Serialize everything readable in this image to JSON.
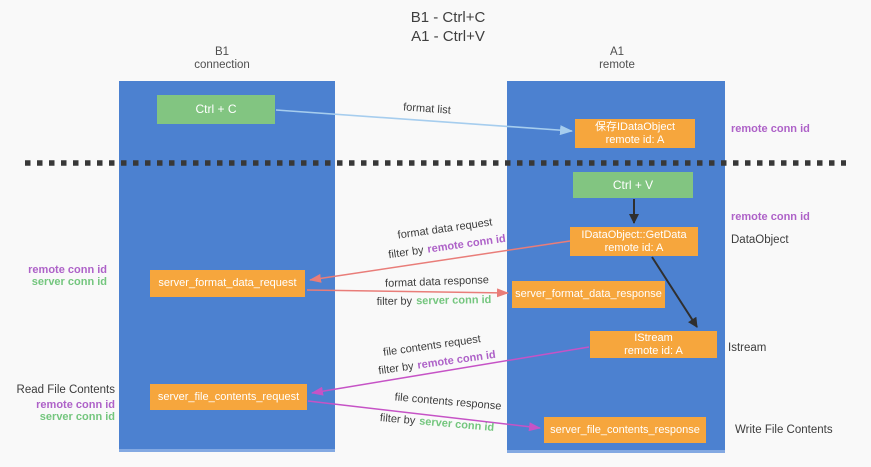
{
  "title": {
    "line1": "B1 - Ctrl+C",
    "line2": "A1 - Ctrl+V"
  },
  "columns": {
    "left": {
      "name": "B1",
      "role": "connection"
    },
    "right": {
      "name": "A1",
      "role": "remote"
    }
  },
  "nodes": {
    "ctrl_c": "Ctrl + C",
    "ctrl_v": "Ctrl + V",
    "save_idataobject": {
      "line1": "保存IDataObject",
      "line2": "remote id: A"
    },
    "getdata": {
      "line1": "IDataObject::GetData",
      "line2": "remote id: A"
    },
    "istream": {
      "line1": "IStream",
      "line2": "remote id: A"
    },
    "server_format_data_request": "server_format_data_request",
    "server_format_data_response": "server_format_data_response",
    "server_file_contents_request": "server_file_contents_request",
    "server_file_contents_response": "server_file_contents_response"
  },
  "edge_labels": {
    "format_list": "format list",
    "format_data_request": "format data request",
    "format_data_response": "format data response",
    "file_contents_request": "file contents request",
    "file_contents_response": "file contents response",
    "filter_by": "filter by",
    "remote_conn_id": "remote conn id",
    "server_conn_id": "server conn id"
  },
  "side_labels": {
    "right_remote_conn_id_top": "remote conn id",
    "right_remote_conn_id_mid": "remote conn id",
    "dataobject": "DataObject",
    "istream": "Istream",
    "write_file_contents": "Write File Contents",
    "left_remote_conn_id_top": "remote conn id",
    "left_server_conn_id_top": "server conn id",
    "read_file_contents": "Read File Contents",
    "left_remote_conn_id_bottom": "remote conn id",
    "left_server_conn_id_bottom": "server conn id"
  },
  "colors": {
    "column_blue": "#4c81d0",
    "box_green": "#82c581",
    "box_orange": "#f6a63d",
    "arrow_light_blue": "#a6cdee",
    "arrow_salmon": "#e97d79",
    "arrow_magenta": "#c653c6",
    "arrow_black": "#2f2f2f",
    "text_purple": "#ae62c8",
    "text_green": "#74c67e",
    "dashed_line": "#383838",
    "background": "#f9f9f9"
  }
}
